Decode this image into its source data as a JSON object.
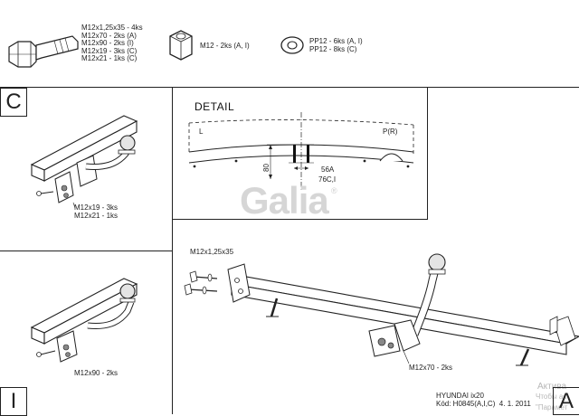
{
  "parts": {
    "bolt_list": [
      "M12x1,25x35 - 4ks",
      "M12x70 - 2ks (A)",
      "M12x90 - 2ks (I)",
      "M12x19 - 3ks (C)",
      "M12x21 - 1ks (C)"
    ],
    "nut_label": "M12 - 2ks (A, I)",
    "washer_list": [
      "PP12 - 6ks (A, I)",
      "PP12 - 8ks (C)"
    ]
  },
  "panels": {
    "c_letter": "C",
    "i_letter": "I",
    "a_letter": "A",
    "c_labels": [
      "M12x19 - 3ks",
      "M12x21 - 1ks"
    ],
    "i_label": "M12x90 - 2ks"
  },
  "detail": {
    "title": "DETAIL",
    "left_mark": "L",
    "right_mark": "P(R)",
    "dim_80": "80",
    "dim_56a": "56A",
    "dim_76ci": "76C,I"
  },
  "logo": {
    "text": "Galia",
    "mark": "®"
  },
  "main": {
    "bolt_label": "M12x1,25x35",
    "bolt70_label": "M12x70 - 2ks"
  },
  "footer": {
    "car": "HYUNDAI ix20",
    "code": "Kód: H0845(A,I,C)  4. 1. 2011"
  },
  "watermark": {
    "line1": "Актива",
    "line2": "Чтобы ак",
    "line3": "\"Парамет"
  }
}
